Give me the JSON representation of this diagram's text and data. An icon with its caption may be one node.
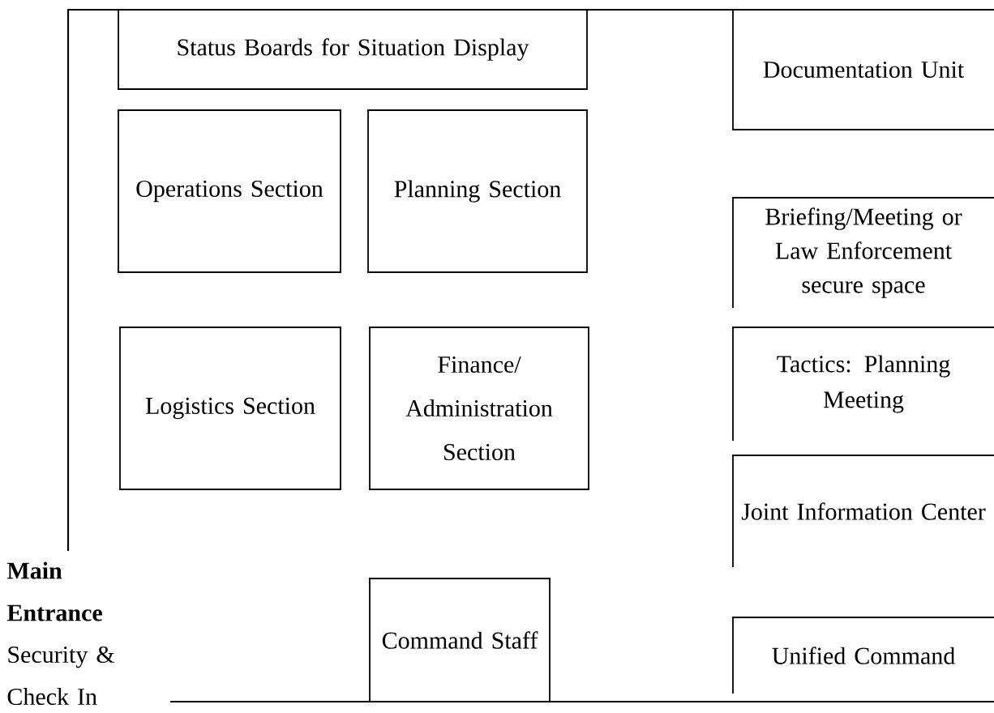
{
  "diagram": {
    "nodes": [
      {
        "text": [
          "Status Boards for Situation Display"
        ]
      },
      {
        "text": [
          "Operations Section"
        ]
      },
      {
        "text": [
          "Planning Section"
        ]
      },
      {
        "text": [
          "Logistics Section"
        ]
      },
      {
        "text": [
          "Finance/ Administration Section"
        ]
      },
      {
        "text": [
          "Command Staff"
        ]
      },
      {
        "text": [
          "Documentation Unit"
        ]
      },
      {
        "text": [
          "Briefing/Meeting or Law Enforcement secure space"
        ]
      },
      {
        "text": [
          "Tactics: Planning Meeting"
        ]
      },
      {
        "text": [
          "Joint Information Center"
        ]
      },
      {
        "text": [
          "Unified Command"
        ]
      }
    ],
    "labels": [
      "Main Entrance",
      "Security & Check In"
    ]
  }
}
